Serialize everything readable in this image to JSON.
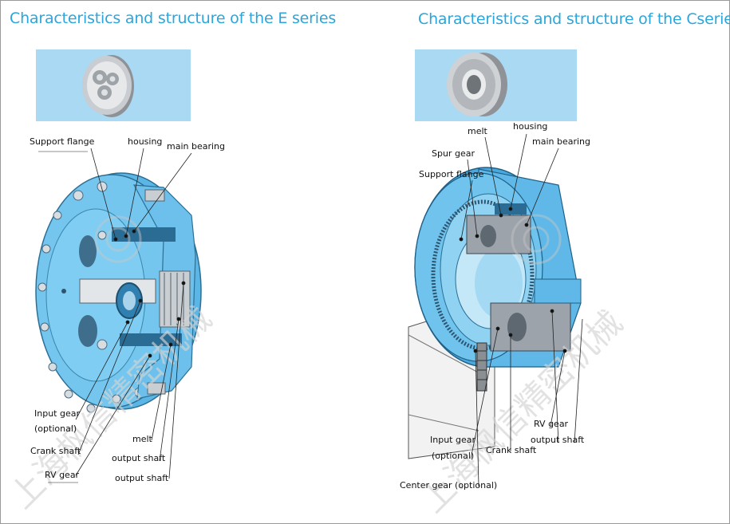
{
  "e_series": {
    "title": "Characteristics and structure of the E series",
    "labels": {
      "support_flange": "Support flange",
      "housing": "housing",
      "main_bearing": "main bearing",
      "input_gear": "Input gear",
      "optional": "(optional)",
      "crank_shaft": "Crank shaft",
      "rv_gear": "RV gear",
      "melt": "melt",
      "output_shaft_1": "output shaft",
      "output_shaft_2": "output shaft"
    }
  },
  "c_series": {
    "title": "Characteristics and structure of the Cseries",
    "labels": {
      "melt": "melt",
      "housing": "housing",
      "main_bearing": "main bearing",
      "spur_gear": "Spur gear",
      "support_flange": "Support flange",
      "rv_gear": "RV gear",
      "output_shaft": "output shaft",
      "input_gear": "Input gear",
      "optional": "(optional)",
      "crank_shaft": "Crank shaft",
      "center_gear": "Center gear (optional)"
    }
  },
  "colors": {
    "title": "#2aa6dc",
    "part_blue": "#6fc3ec",
    "thumb_bg": "#a9d9f3"
  },
  "watermark": "上海枫信精密机械"
}
